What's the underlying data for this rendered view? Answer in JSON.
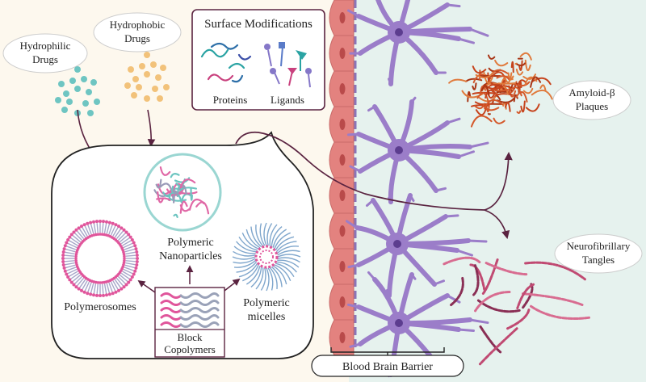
{
  "labels": {
    "hydrophilic": [
      "Hydrophilic",
      "Drugs"
    ],
    "hydrophobic": [
      "Hydrophobic",
      "Drugs"
    ],
    "surface_title": "Surface Modifications",
    "proteins": "Proteins",
    "ligands": "Ligands",
    "polymeric_nanoparticles": [
      "Polymeric",
      "Nanoparticles"
    ],
    "polymerosomes": "Polymerosomes",
    "polymeric_micelles": [
      "Polymeric",
      "micelles"
    ],
    "block_copolymers": [
      "Block",
      "Copolymers"
    ],
    "amyloid": [
      "Amyloid-β",
      "Plaques"
    ],
    "neurofibrillary": [
      "Neurofibrillary",
      "Tangles"
    ],
    "bbb": "Blood Brain Barrier"
  },
  "colors": {
    "left_background": "#fdf8ee",
    "right_background": "#e6f2ee",
    "endothelium": "#e3827f",
    "astrocyte": "#9b7dc9",
    "arrow": "#5a2340",
    "hydrophilic_dots": "#6ec5c2",
    "hydrophobic_dots": "#f2c27a",
    "amyloid": "#c6431c",
    "tangles": "#c04a72",
    "micelle_core": "#e0559b",
    "micelle_tails": "#7fa6cc"
  }
}
